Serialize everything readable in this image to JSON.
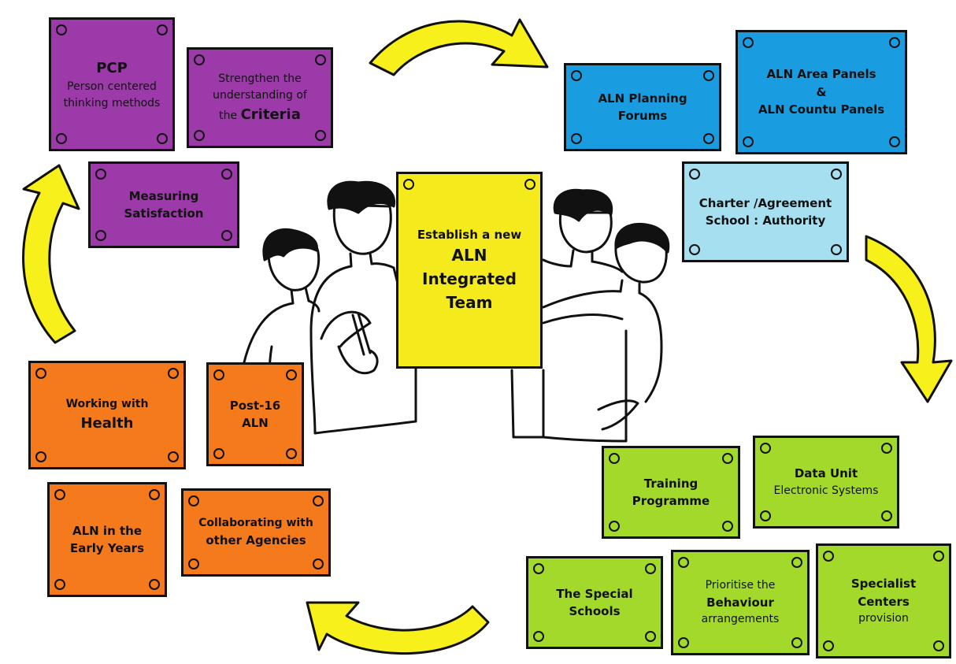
{
  "center": {
    "lines": [
      "Establish a new",
      "ALN",
      "Integrated",
      "Team"
    ]
  },
  "notes": {
    "pcp": {
      "title": "PCP",
      "line1": "Person centered",
      "line2": "thinking methods"
    },
    "criteria": {
      "line1": "Strengthen the",
      "line2": "understanding of",
      "line3_prefix": "the",
      "line3_emph": "Criteria"
    },
    "satisfaction": {
      "line1": "Measuring",
      "line2": "Satisfaction"
    },
    "planning": {
      "line1": "ALN Planning",
      "line2": "Forums"
    },
    "panels": {
      "line1": "ALN Area Panels",
      "line2": "&",
      "line3": "ALN Countu Panels"
    },
    "charter": {
      "line1": "Charter /Agreement",
      "line2": "School : Authority"
    },
    "health": {
      "line1": "Working with",
      "line2": "Health"
    },
    "post16": {
      "line1": "Post-16",
      "line2": "ALN"
    },
    "early": {
      "line1": "ALN in the",
      "line2": "Early Years"
    },
    "agencies": {
      "line1": "Collaborating with",
      "line2": "other Agencies"
    },
    "training": {
      "line1": "Training",
      "line2": "Programme"
    },
    "dataunit": {
      "line1": "Data Unit",
      "line2": "Electronic Systems"
    },
    "special": {
      "line1": "The Special",
      "line2": "Schools"
    },
    "behaviour": {
      "line1": "Prioritise the",
      "line2": "Behaviour",
      "line3": "arrangements"
    },
    "specialist": {
      "line1": "Specialist Centers",
      "line2": "provision"
    }
  },
  "colors": {
    "purple": "#9b3aa8",
    "blue": "#1a9de0",
    "lightblue": "#a6dff0",
    "yellow": "#f5ea1c",
    "orange": "#f47a1c",
    "green": "#a3d92a",
    "arrow": "#f8f01a"
  }
}
